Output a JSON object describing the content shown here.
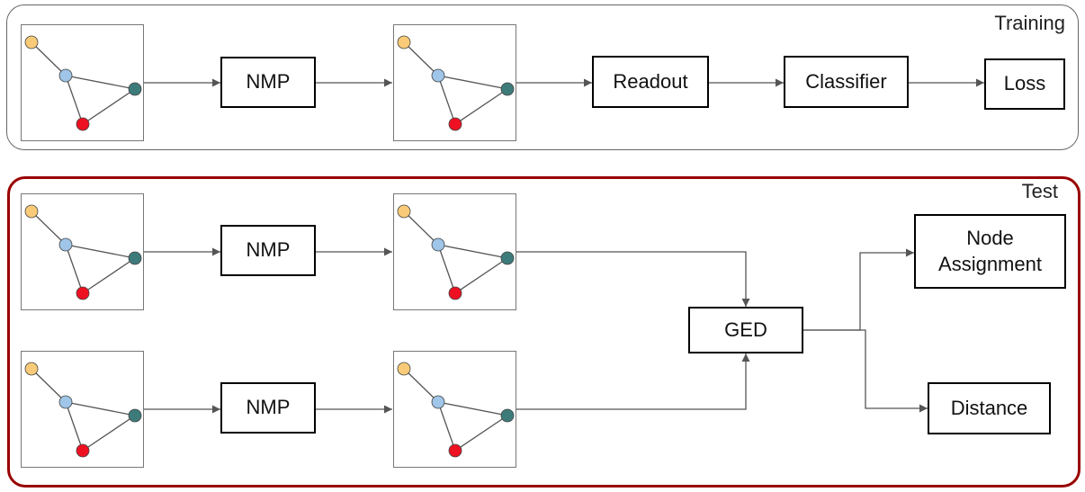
{
  "panels": {
    "training_label": "Training",
    "test_label": "Test"
  },
  "nodes": {
    "nmp": "NMP",
    "readout": "Readout",
    "classifier": "Classifier",
    "loss": "Loss",
    "ged": "GED",
    "node_assignment": "Node Assignment",
    "distance": "Distance"
  },
  "colors": {
    "training_border": "#666666",
    "test_border": "#990000",
    "node_yellow": "#f9cb78",
    "node_blue": "#9fc5e8",
    "node_teal": "#3d7b7b",
    "node_red": "#ee1122"
  }
}
